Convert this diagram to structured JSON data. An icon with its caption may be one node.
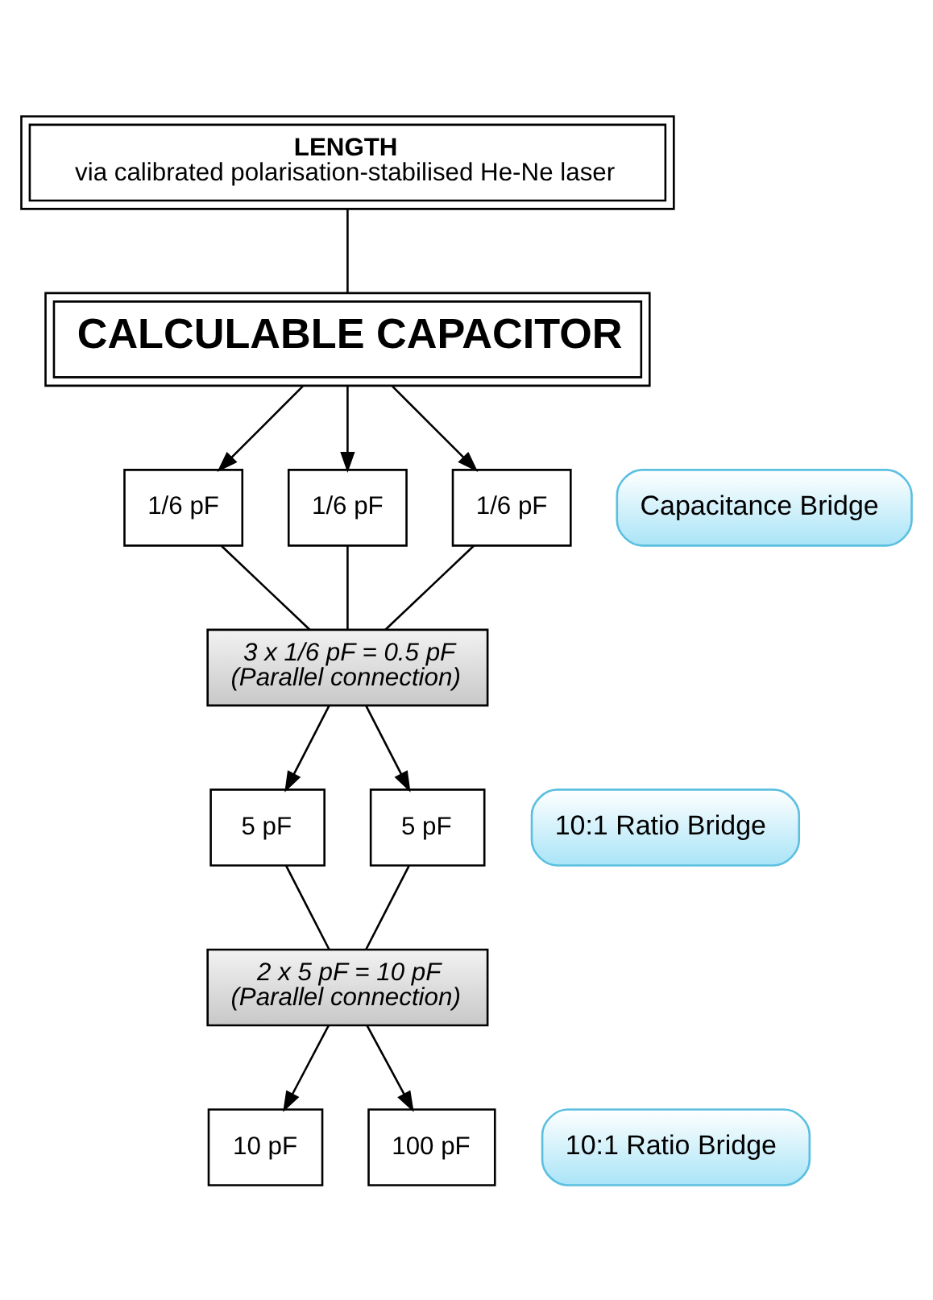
{
  "diagram": {
    "nodes": [
      {
        "text": [
          "LENGTH",
          "via calibrated polarisation-stabilised He-Ne laser"
        ]
      },
      {
        "text": [
          "CALCULABLE CAPACITOR"
        ]
      },
      {
        "text": [
          "Capacitance Bridge"
        ]
      },
      {
        "text": [
          "1/6 pF"
        ]
      },
      {
        "text": [
          "1/6 pF"
        ]
      },
      {
        "text": [
          "1/6 pF"
        ]
      },
      {
        "text": [
          "3 x 1/6 pF = 0.5 pF",
          "(Parallel connection)"
        ]
      },
      {
        "text": [
          "10:1 Ratio Bridge"
        ]
      },
      {
        "text": [
          "5 pF"
        ]
      },
      {
        "text": [
          "5 pF"
        ]
      },
      {
        "text": [
          "2 x 5 pF = 10 pF",
          "(Parallel connection)"
        ]
      },
      {
        "text": [
          "10:1 Ratio Bridge"
        ]
      },
      {
        "text": [
          "10 pF"
        ]
      },
      {
        "text": [
          "100 pF"
        ]
      }
    ],
    "edges": [
      {
        "from": 0,
        "to": 1,
        "arrow": "none"
      },
      {
        "from": 1,
        "to": 3,
        "arrow": "to"
      },
      {
        "from": 1,
        "to": 4,
        "arrow": "to"
      },
      {
        "from": 1,
        "to": 5,
        "arrow": "to"
      },
      {
        "from": 3,
        "to": 6,
        "arrow": "none"
      },
      {
        "from": 4,
        "to": 6,
        "arrow": "none"
      },
      {
        "from": 5,
        "to": 6,
        "arrow": "none"
      },
      {
        "from": 6,
        "to": 8,
        "arrow": "to"
      },
      {
        "from": 6,
        "to": 9,
        "arrow": "to"
      },
      {
        "from": 8,
        "to": 10,
        "arrow": "none"
      },
      {
        "from": 9,
        "to": 10,
        "arrow": "none"
      },
      {
        "from": 10,
        "to": 12,
        "arrow": "to"
      },
      {
        "from": 10,
        "to": 13,
        "arrow": "to"
      }
    ]
  }
}
